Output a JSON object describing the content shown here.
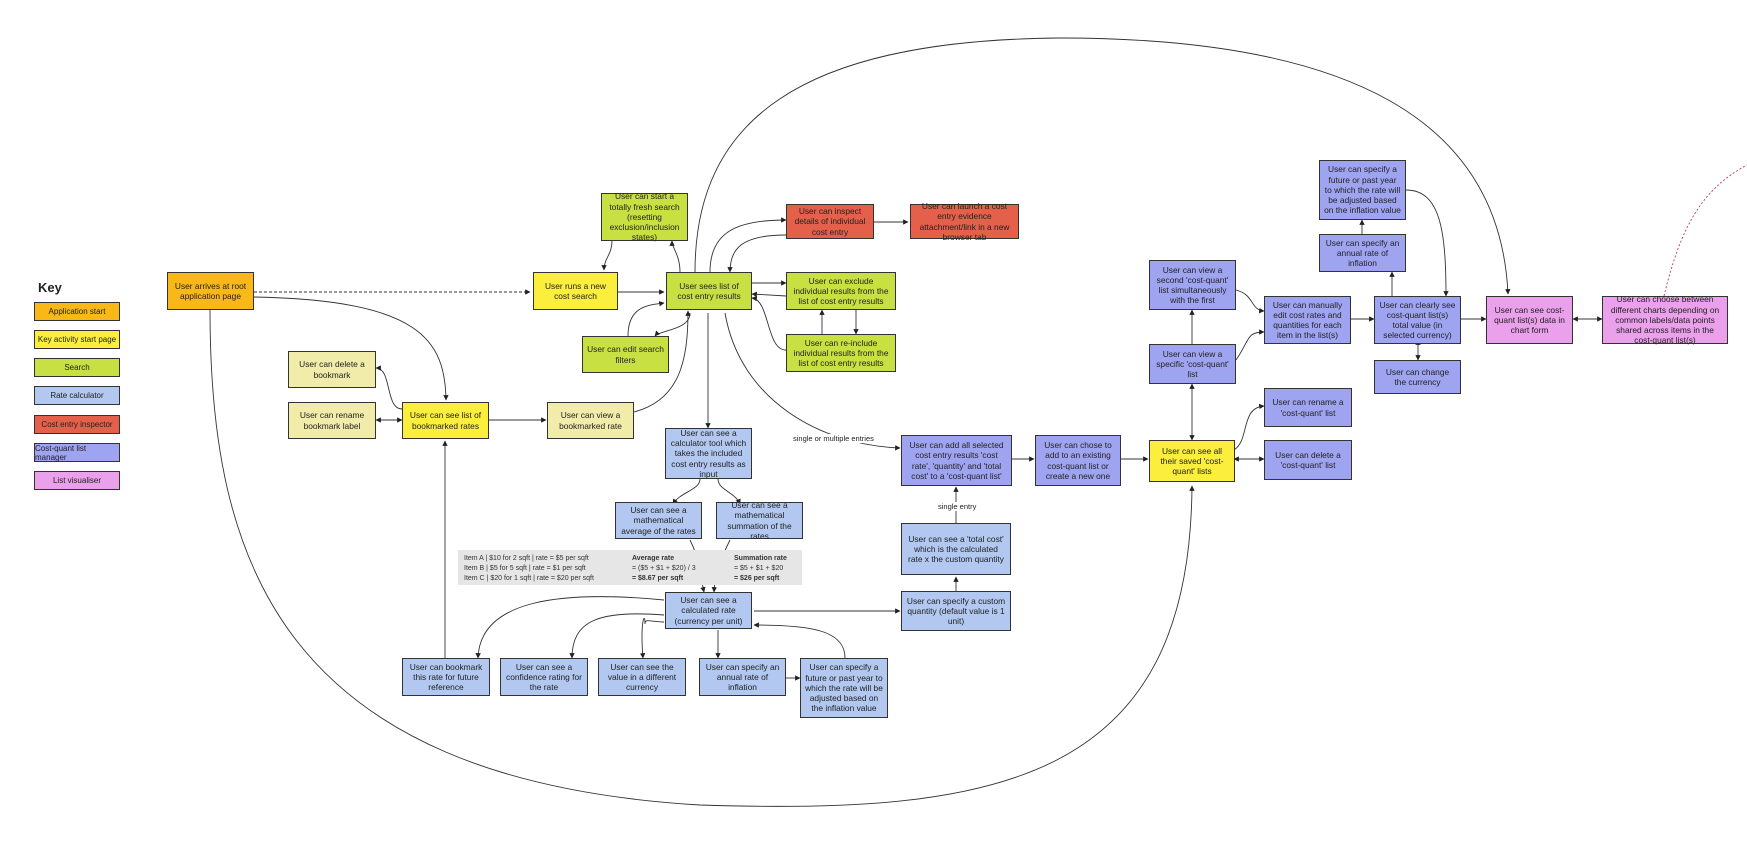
{
  "key": {
    "title": "Key",
    "items": [
      {
        "label": "Application start",
        "color": "#f8b818"
      },
      {
        "label": "Key activity start page",
        "color": "#fbee3d"
      },
      {
        "label": "Search",
        "color": "#c9e043"
      },
      {
        "label": "Rate calculator",
        "color": "#b2c8f0"
      },
      {
        "label": "Cost entry inspector",
        "color": "#e4604a"
      },
      {
        "label": "Cost-quant list manager",
        "color": "#9fa4f0"
      },
      {
        "label": "List visualiser",
        "color": "#eaa0ea"
      }
    ]
  },
  "nodes": {
    "root": "User arrives at root application page",
    "new_search": "User runs a new cost search",
    "fresh_search": "User can start a totally fresh search (resetting exclusion/inclusion states)",
    "list_results": "User sees list of cost entry results",
    "edit_filters": "User can edit search filters",
    "exclude": "User can exclude individual results from the list of cost entry results",
    "reinclude": "User can re-include individual results from the list of cost entry results",
    "inspect": "User can inspect details of individual cost entry",
    "launch_evidence": "User can launch a cost entry evidence attachment/link in a new browser tab",
    "delete_bookmark": "User can delete a bookmark",
    "rename_bookmark": "User can rename bookmark label",
    "bookmarked_list": "User can see list of bookmarked rates",
    "view_bookmarked": "User can view a bookmarked rate",
    "calculator": "User can see a calculator tool which takes the included cost entry results as input",
    "avg": "User can see a mathematical average of the rates",
    "sum": "User can see a mathematical summation of the rates",
    "calc_rate": "User can see a calculated rate (currency per unit)",
    "bookmark_rate": "User can bookmark this rate for future reference",
    "confidence": "User can see a confidence rating for the rate",
    "diff_currency": "User can see the value in a different currency",
    "annual_inflation_rc": "User can specify an annual rate of inflation",
    "future_year_rc": "User can specify a future or past year to which the rate will be adjusted based on the inflation value",
    "custom_qty": "User can specify a custom quantity (default value is 1 unit)",
    "total_cost": "User can see a 'total cost' which is the calculated rate x the custom quantity",
    "add_selected": "User can add all selected cost entry results 'cost rate', 'quantity' and 'total cost' to a 'cost-quant list'",
    "chose_add": "User can chose to add to an existing cost-quant list or create a new one",
    "saved_lists": "User can see all their saved 'cost-quant' lists",
    "view_specific": "User can view a specific 'cost-quant' list",
    "view_second": "User can view a second 'cost-quant' list simultaneously with the first",
    "manual_edit": "User can manually edit cost rates and quantities for each item in the list(s)",
    "rename_cq": "User can rename a 'cost-quant' list",
    "delete_cq": "User can delete a 'cost-quant' list",
    "clear_total": "User can clearly see cost-quant list(s) total value (in selected currency)",
    "change_currency": "User can change the currency",
    "annual_inflation_cq": "User can specify an annual rate of inflation",
    "future_year_cq": "User can specify a future or past year to which the rate will be adjusted based on the inflation value",
    "chart_form": "User can see cost-quant list(s) data in chart form",
    "choose_charts": "User can choose between different charts depending on common labels/data points shared across items in the cost-quant list(s)"
  },
  "edge_labels": {
    "multi": "single or multiple entries",
    "single": "single entry"
  },
  "example_note": {
    "items": [
      "Item A | $10 for 2 sqft | rate = $5 per sqft",
      "Item B | $5 for 5 sqft | rate = $1 per sqft",
      "Item C | $20 for 1 sqft | rate = $20 per sqft"
    ],
    "average_title": "Average rate",
    "average_formula": "= ($5 + $1 + $20) / 3",
    "average_result": "= $8.67 per sqft",
    "sum_title": "Summation rate",
    "sum_formula": "= $5 + $1 + $20",
    "sum_result": "= $26 per sqft"
  }
}
